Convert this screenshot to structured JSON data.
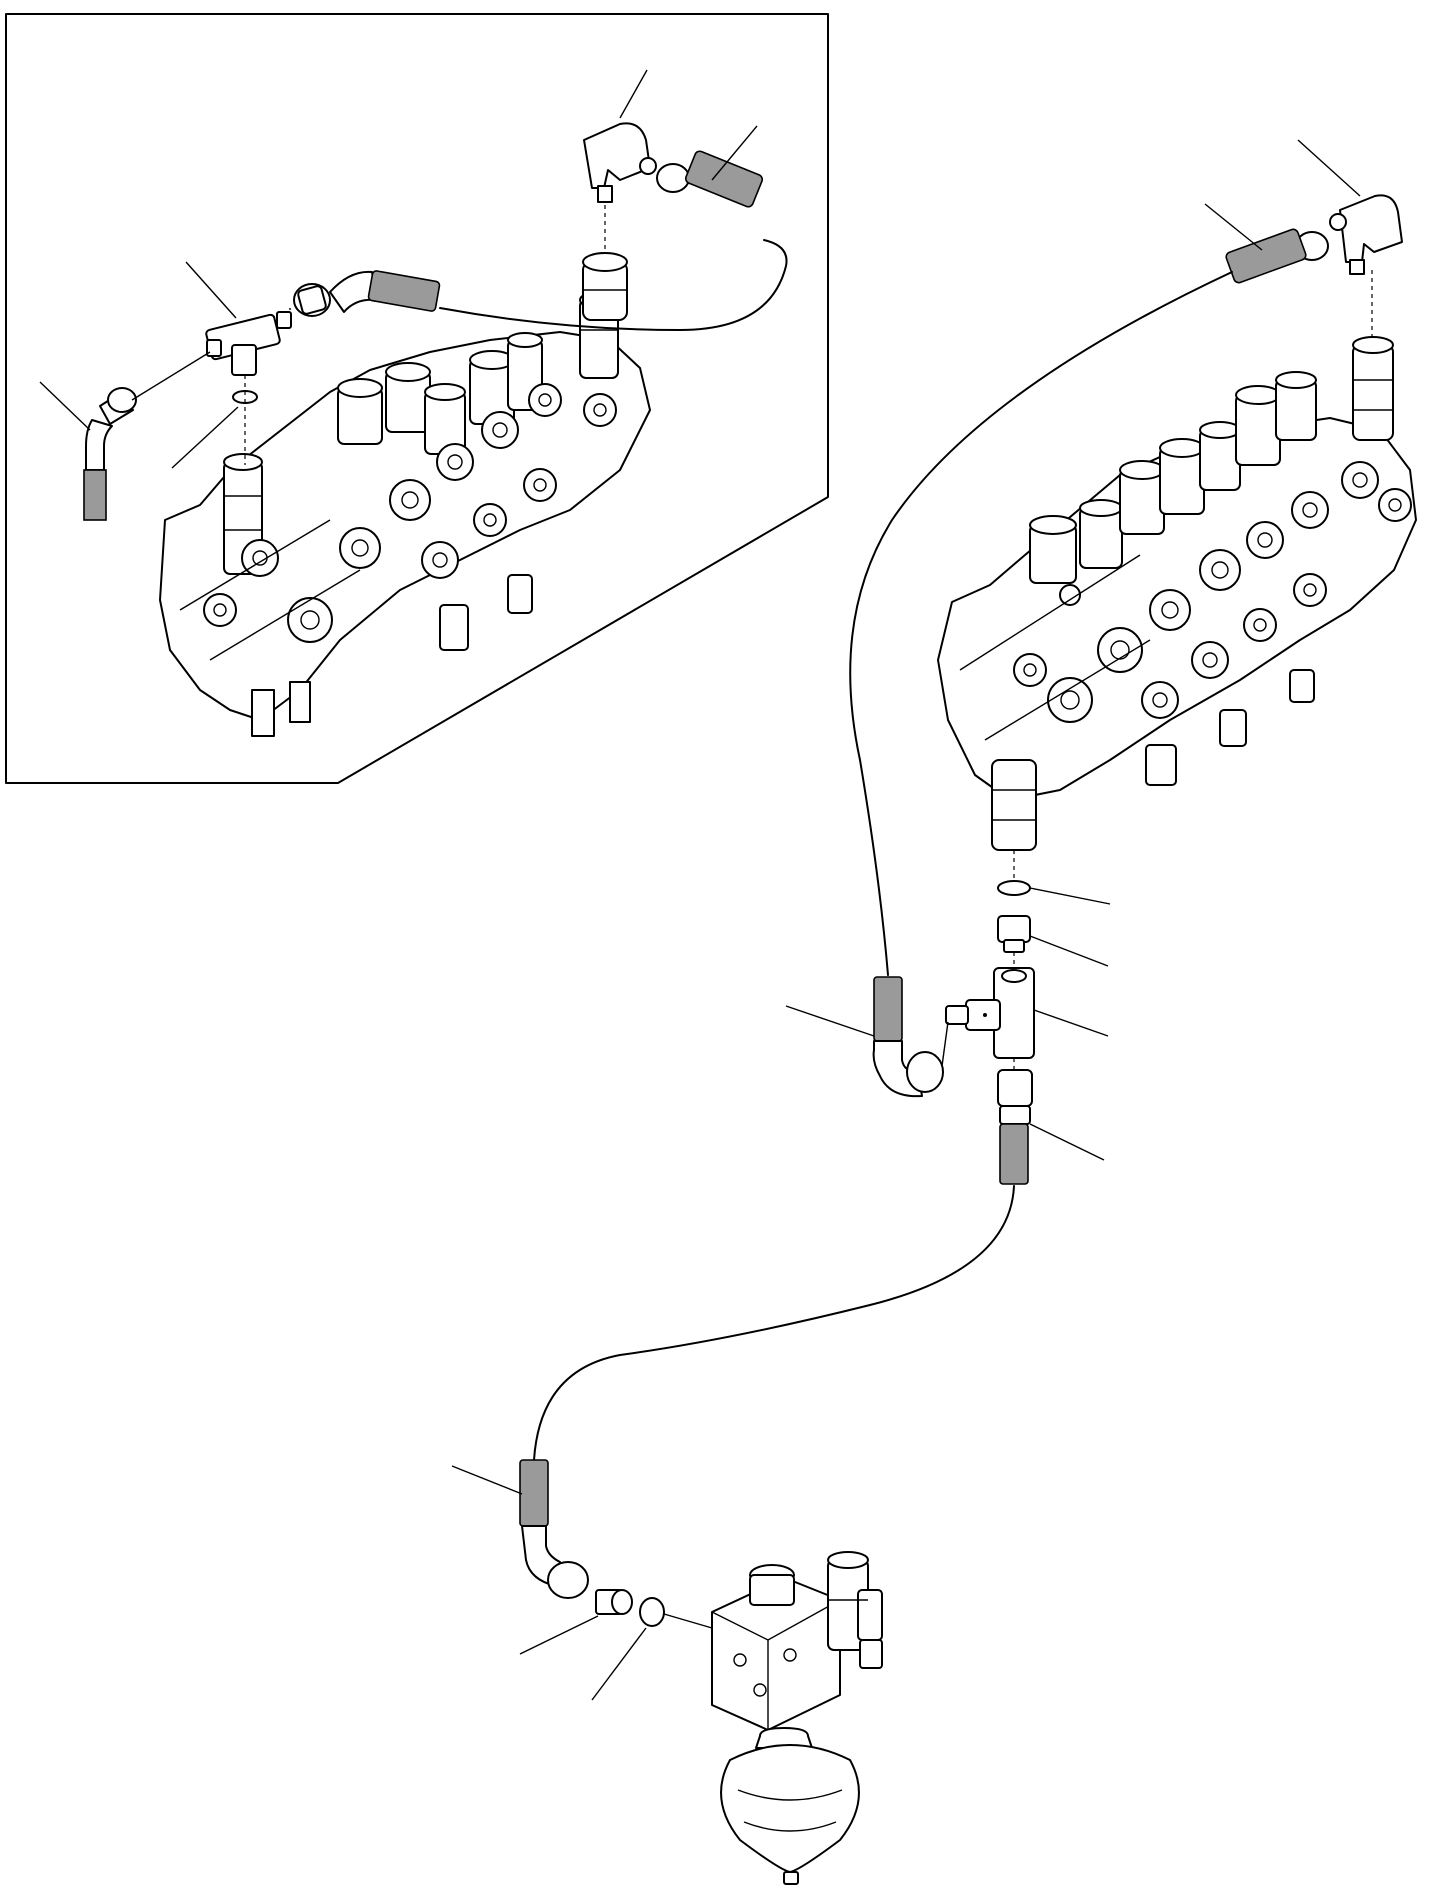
{
  "drawing": {
    "type": "exploded hydraulic parts diagram",
    "background": "#ffffff",
    "line_color": "#000000",
    "hose_fill": "#9a9a9a",
    "inset_view": {
      "components": [
        "control-valve-block",
        "tee-fitting",
        "elbow-fitting",
        "swivel-elbow-adapter",
        "hose",
        "o-ring"
      ]
    },
    "main_view": {
      "components": [
        "control-valve-block",
        "elbow-fitting",
        "hose",
        "o-ring",
        "adapter-nut",
        "tee-fitting",
        "swivel-elbow-adapter",
        "accumulator-valve-block",
        "accumulator"
      ]
    },
    "callouts": []
  }
}
